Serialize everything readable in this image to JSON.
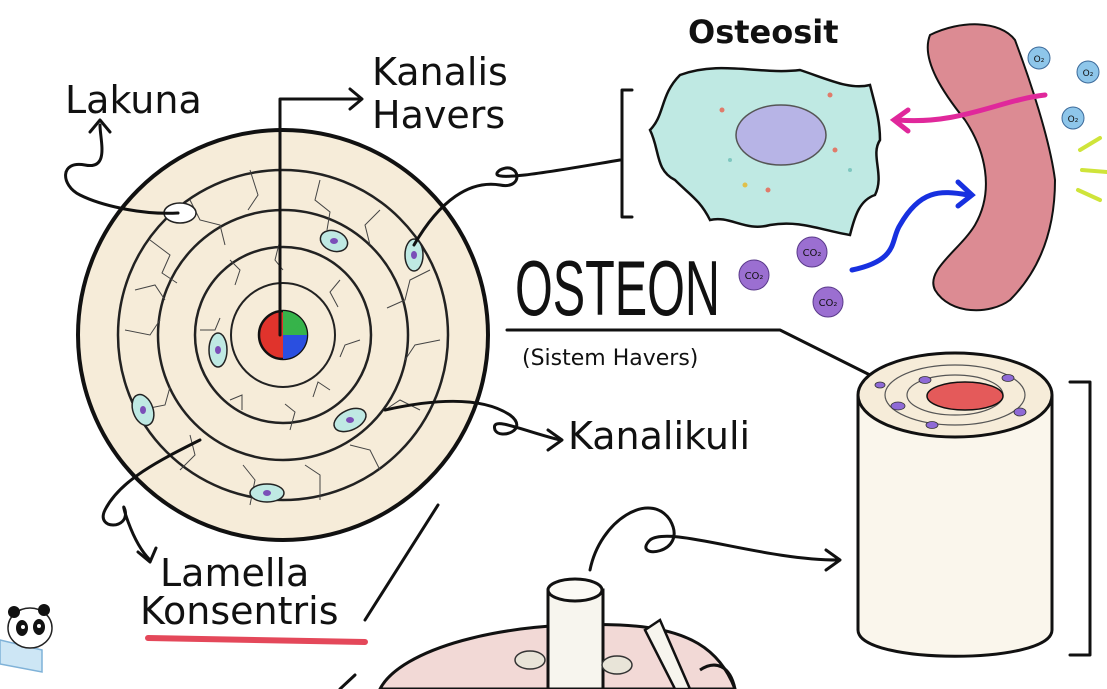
{
  "labels": {
    "lakuna": "Lakuna",
    "kanalis_line1": "Kanalis",
    "kanalis_line2": "Havers",
    "osteosit": "Osteosit",
    "osteon": "OSTEON",
    "sistem_havers": "(Sistem Havers)",
    "kanalikuli": "Kanalikuli",
    "lamella_line1": "Lamella",
    "lamella_line2": "Konsentris"
  },
  "molecules": {
    "o2": "O₂",
    "co2": "CO₂"
  },
  "colors": {
    "bone_fill": "#f6ecd9",
    "osteocyte_fill": "#bfe9e3",
    "nucleus_fill": "#b7b4e6",
    "vessel_fill": "#dc8b93",
    "o2_fill": "#8ec6ea",
    "co2_fill": "#9b6fd1",
    "arrow_out": "#e0289b",
    "arrow_in": "#1730e0",
    "underline": "#e4485a",
    "canal_red": "#e0332c",
    "canal_blue": "#2a4fe0",
    "canal_green": "#36b34a"
  }
}
